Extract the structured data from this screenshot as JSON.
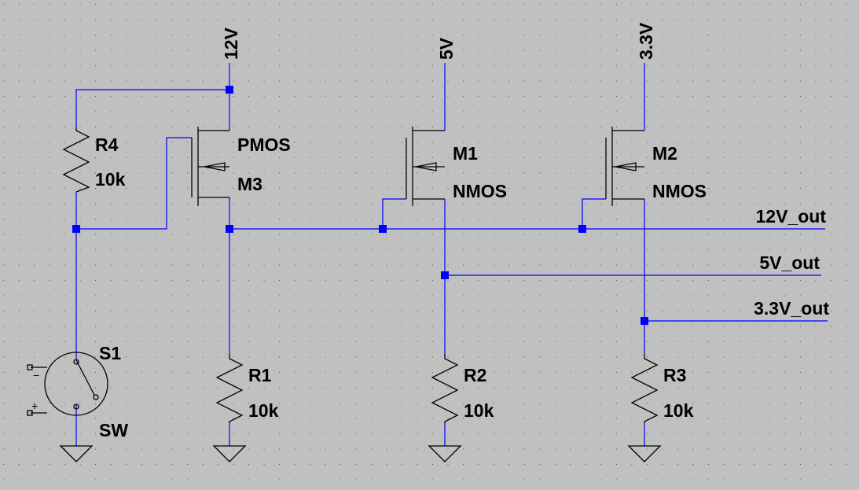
{
  "colors": {
    "background": "#c0c0c0",
    "wire": "#0000ff",
    "symbol": "#000000",
    "grid": "#000000"
  },
  "supplies": {
    "v12": "12V",
    "v5": "5V",
    "v33": "3.3V"
  },
  "outputs": {
    "out12": "12V_out",
    "out5": "5V_out",
    "out33": "3.3V_out"
  },
  "components": {
    "r4": {
      "name": "R4",
      "value": "10k"
    },
    "m3": {
      "type": "PMOS",
      "name": "M3"
    },
    "m1": {
      "name": "M1",
      "type": "NMOS"
    },
    "m2": {
      "name": "M2",
      "type": "NMOS"
    },
    "r1": {
      "name": "R1",
      "value": "10k"
    },
    "r2": {
      "name": "R2",
      "value": "10k"
    },
    "r3": {
      "name": "R3",
      "value": "10k"
    },
    "s1": {
      "name": "S1",
      "value": "SW",
      "pin_minus": "−",
      "pin_plus": "+"
    }
  }
}
